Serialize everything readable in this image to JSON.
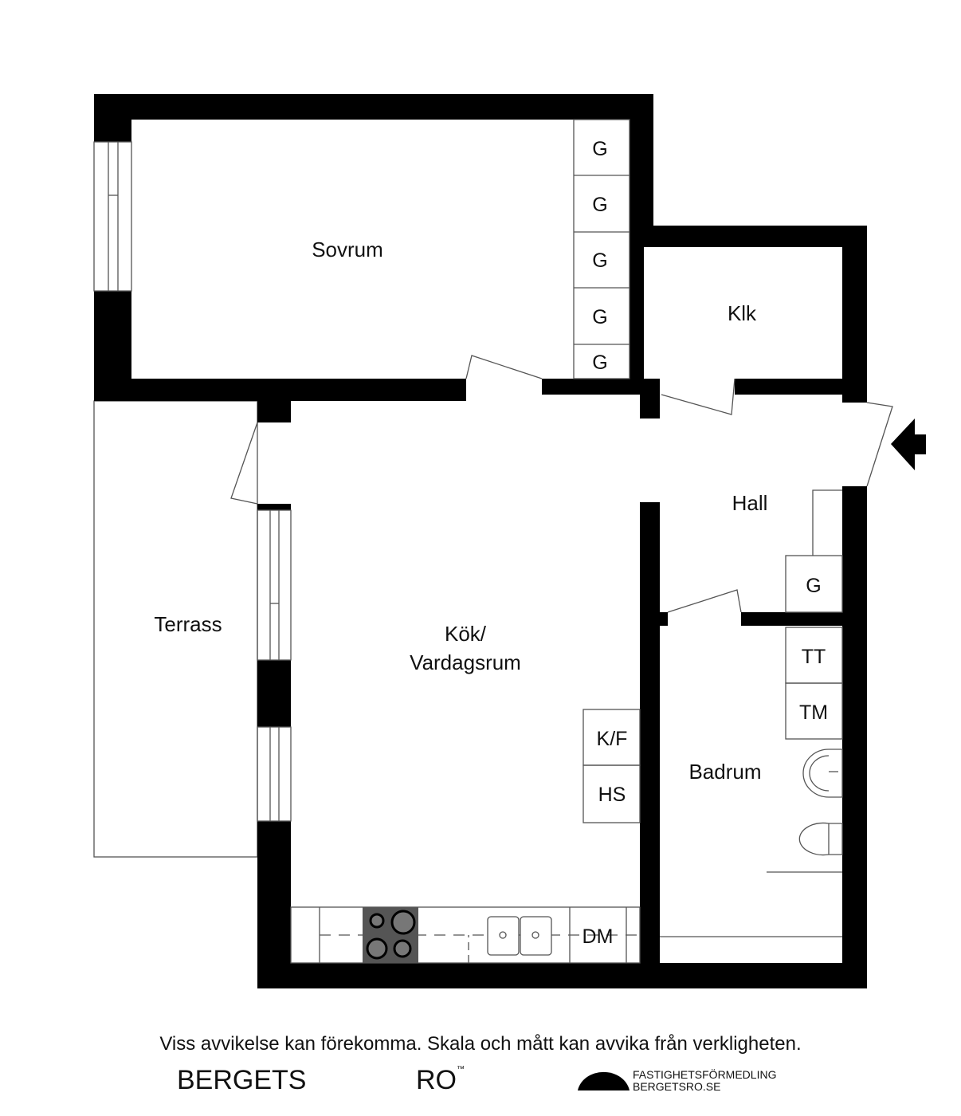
{
  "rooms": {
    "sovrum": "Sovrum",
    "klk": "Klk",
    "hall": "Hall",
    "terrass": "Terrass",
    "kok_line1": "Kök/",
    "kok_line2": "Vardagsrum",
    "badrum": "Badrum"
  },
  "fixtures": {
    "wardrobe": "G",
    "tt": "TT",
    "tm": "TM",
    "kf": "K/F",
    "hs": "HS",
    "dm": "DM"
  },
  "footer": {
    "disclaimer": "Viss avvikelse kan förekomma. Skala och mått kan avvika från verkligheten.",
    "brand_left": "BERGETS",
    "brand_right": "RO",
    "tm_mark": "™",
    "tagline1": "FASTIGHETSFÖRMEDLING",
    "tagline2": "BERGETSRO.SE"
  },
  "colors": {
    "wall": "#000000",
    "line": "#555555",
    "stove": "#555555"
  }
}
